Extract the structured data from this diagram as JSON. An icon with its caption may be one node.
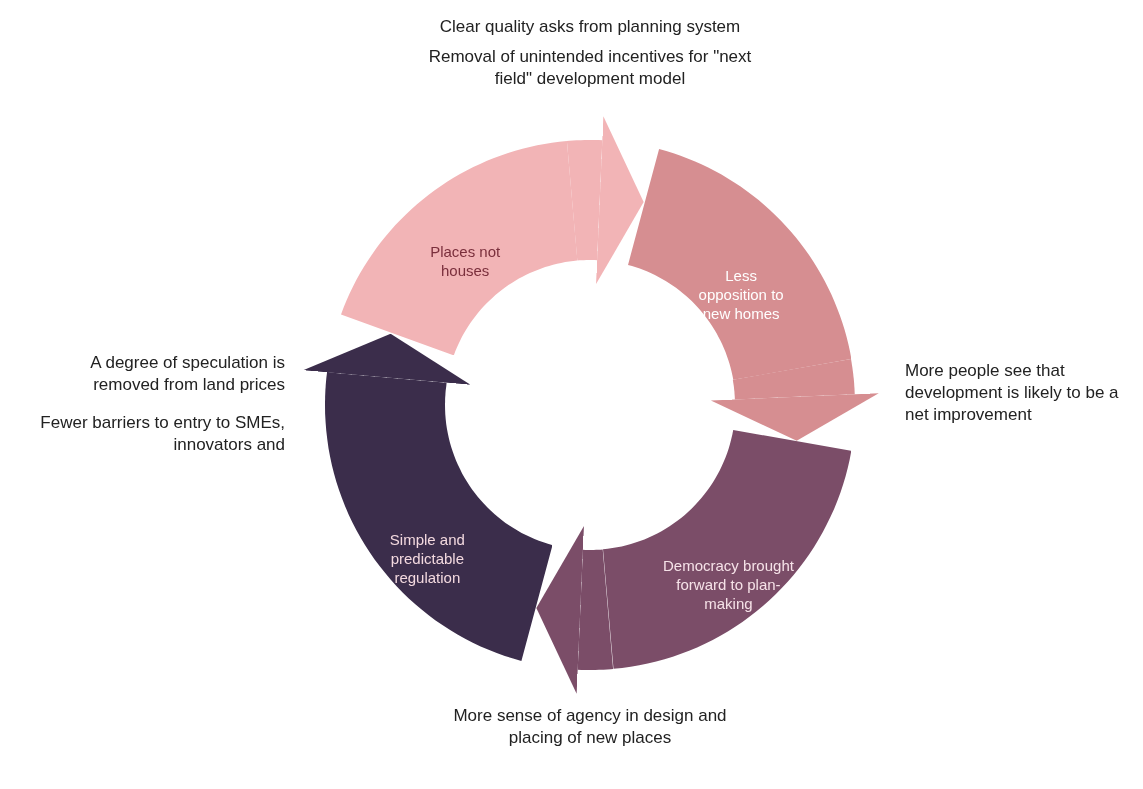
{
  "diagram": {
    "nodes": [
      {
        "text": [
          "Places not houses"
        ]
      },
      {
        "text": [
          "Less opposition to new homes"
        ]
      },
      {
        "text": [
          "Democracy brought forward to plan-making"
        ]
      },
      {
        "text": [
          "Simple and predictable regulation"
        ]
      }
    ],
    "edges": [
      {
        "from": 0,
        "to": 1,
        "arrow": "to",
        "color": "#f2b4b6"
      },
      {
        "from": 1,
        "to": 2,
        "arrow": "to",
        "color": "#d68e91"
      },
      {
        "from": 2,
        "to": 3,
        "arrow": "to",
        "color": "#7b4d68"
      },
      {
        "from": 3,
        "to": 0,
        "arrow": "to",
        "color": "#3b2d4b"
      }
    ],
    "labels": [
      "Clear quality asks from planning system",
      "Removal of unintended incentives for \"next field\" development model",
      "A degree of speculation is removed from land prices",
      "Fewer barriers to entry to SMEs, innovators and",
      "More people see that development is likely to be a net improvement",
      "More sense of agency in design and placing of new places"
    ]
  }
}
